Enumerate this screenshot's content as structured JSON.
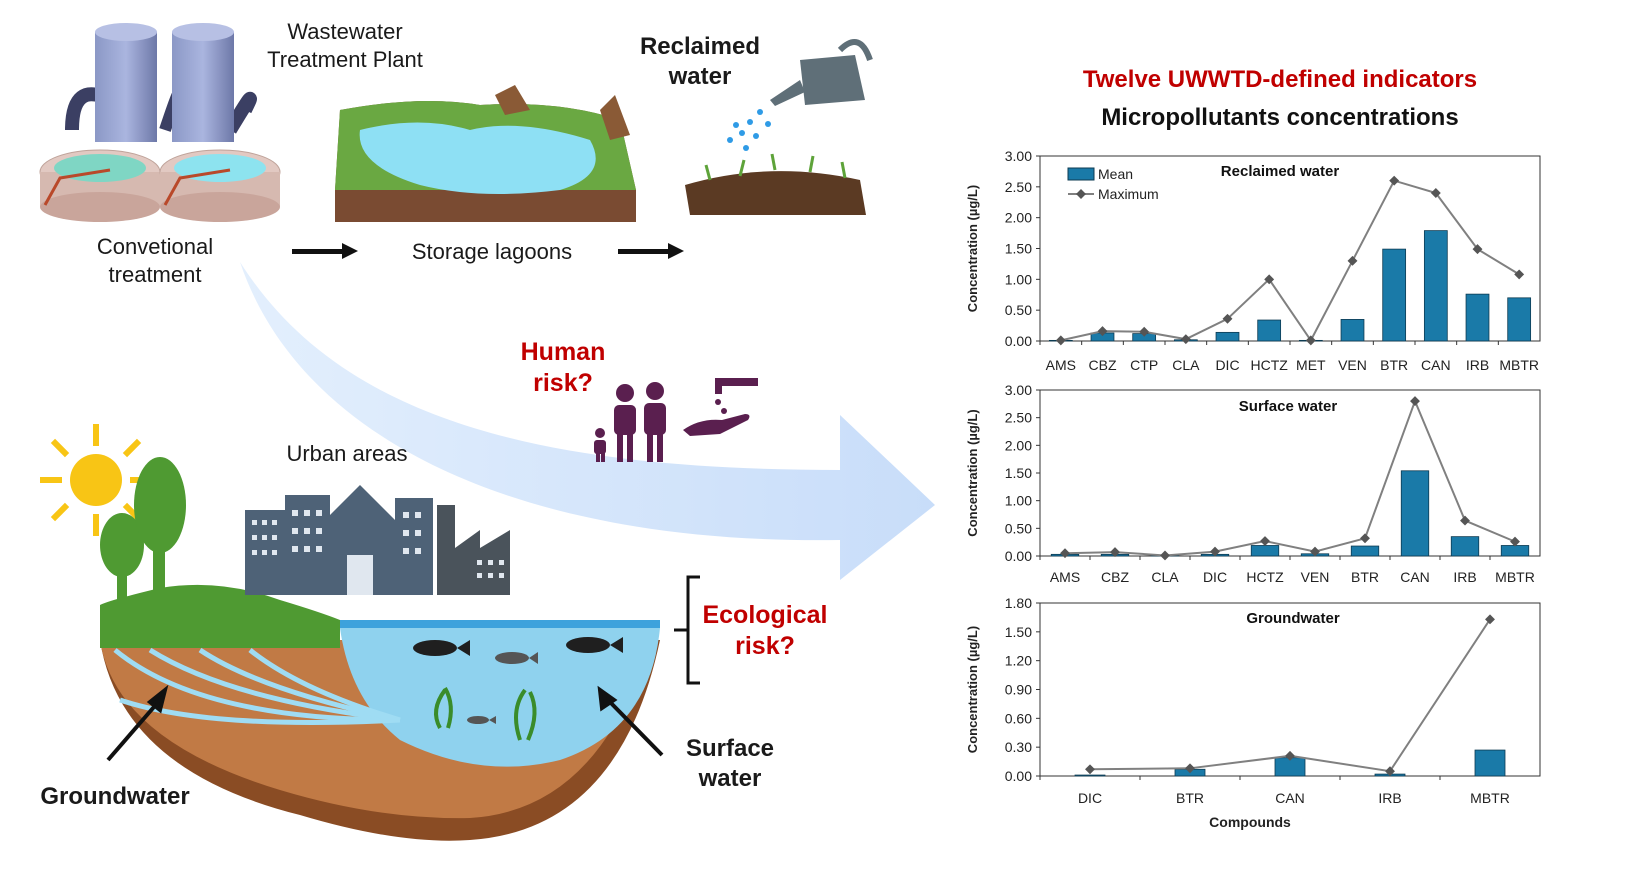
{
  "labels": {
    "wwtp": [
      "Wastewater",
      "Treatment Plant"
    ],
    "conventional": [
      "Convetional",
      "treatment"
    ],
    "storage": "Storage lagoons",
    "reclaimed": [
      "Reclaimed",
      "water"
    ],
    "human_risk": [
      "Human",
      "risk?"
    ],
    "urban": "Urban areas",
    "ecological_risk": [
      "Ecological",
      "risk?"
    ],
    "groundwater": "Groundwater",
    "surface": [
      "Surface",
      "water"
    ]
  },
  "titles": {
    "line1": "Twelve UWWTD-defined indicators",
    "line2": "Micropollutants concentrations"
  },
  "icons": [
    "treatment-tank-icon",
    "lagoon-icon",
    "watering-can-icon",
    "family-icon",
    "hand-water-icon",
    "sun-icon",
    "tree-icon",
    "buildings-icon",
    "factory-icon",
    "fish-icon",
    "arrow-icon"
  ],
  "colors": {
    "bar": "#1a7aa8",
    "line": "#808080",
    "title_red": "#c00000",
    "sky_arrow": "#cfe3fb",
    "soil": "#b5703b",
    "grass": "#4f9a32",
    "water": "#8fd2ee"
  },
  "chart_data": [
    {
      "type": "bar",
      "title": "Reclaimed water",
      "ylabel": "Concentration (µg/L)",
      "ylim": [
        0,
        3.0
      ],
      "yticks": [
        "0.00",
        "0.50",
        "1.00",
        "1.50",
        "2.00",
        "2.50",
        "3.00"
      ],
      "categories": [
        "AMS",
        "CBZ",
        "CTP",
        "CLA",
        "DIC",
        "HCTZ",
        "MET",
        "VEN",
        "BTR",
        "CAN",
        "IRB",
        "MBTR"
      ],
      "series": [
        {
          "name": "Mean",
          "kind": "bar",
          "values": [
            0.01,
            0.13,
            0.12,
            0.02,
            0.14,
            0.34,
            0.01,
            0.35,
            1.49,
            1.79,
            0.76,
            0.7
          ]
        },
        {
          "name": "Maximum",
          "kind": "line",
          "values": [
            0.01,
            0.16,
            0.15,
            0.03,
            0.36,
            1.0,
            0.01,
            1.3,
            2.6,
            2.4,
            1.49,
            1.08
          ]
        }
      ],
      "legend": "top-left"
    },
    {
      "type": "bar",
      "title": "Surface water",
      "ylabel": "Concentration (µg/L)",
      "ylim": [
        0,
        3.0
      ],
      "yticks": [
        "0.00",
        "0.50",
        "1.00",
        "1.50",
        "2.00",
        "2.50",
        "3.00"
      ],
      "categories": [
        "AMS",
        "CBZ",
        "CLA",
        "DIC",
        "HCTZ",
        "VEN",
        "BTR",
        "CAN",
        "IRB",
        "MBTR"
      ],
      "series": [
        {
          "name": "Mean",
          "kind": "bar",
          "values": [
            0.03,
            0.03,
            0.01,
            0.03,
            0.19,
            0.04,
            0.18,
            1.54,
            0.35,
            0.19
          ]
        },
        {
          "name": "Maximum",
          "kind": "line",
          "values": [
            0.05,
            0.07,
            0.01,
            0.08,
            0.27,
            0.08,
            0.32,
            2.8,
            0.64,
            0.26
          ]
        }
      ]
    },
    {
      "type": "bar",
      "title": "Groundwater",
      "ylabel": "Concentration (µg/L)",
      "xlabel": "Compounds",
      "ylim": [
        0,
        1.8
      ],
      "yticks": [
        "0.00",
        "0.30",
        "0.60",
        "0.90",
        "1.20",
        "1.50",
        "1.80"
      ],
      "categories": [
        "DIC",
        "BTR",
        "CAN",
        "IRB",
        "MBTR"
      ],
      "series": [
        {
          "name": "Mean",
          "kind": "bar",
          "values": [
            0.01,
            0.07,
            0.19,
            0.02,
            0.27
          ]
        },
        {
          "name": "Maximum",
          "kind": "line",
          "values": [
            0.07,
            0.08,
            0.21,
            0.05,
            1.63
          ]
        }
      ]
    }
  ]
}
